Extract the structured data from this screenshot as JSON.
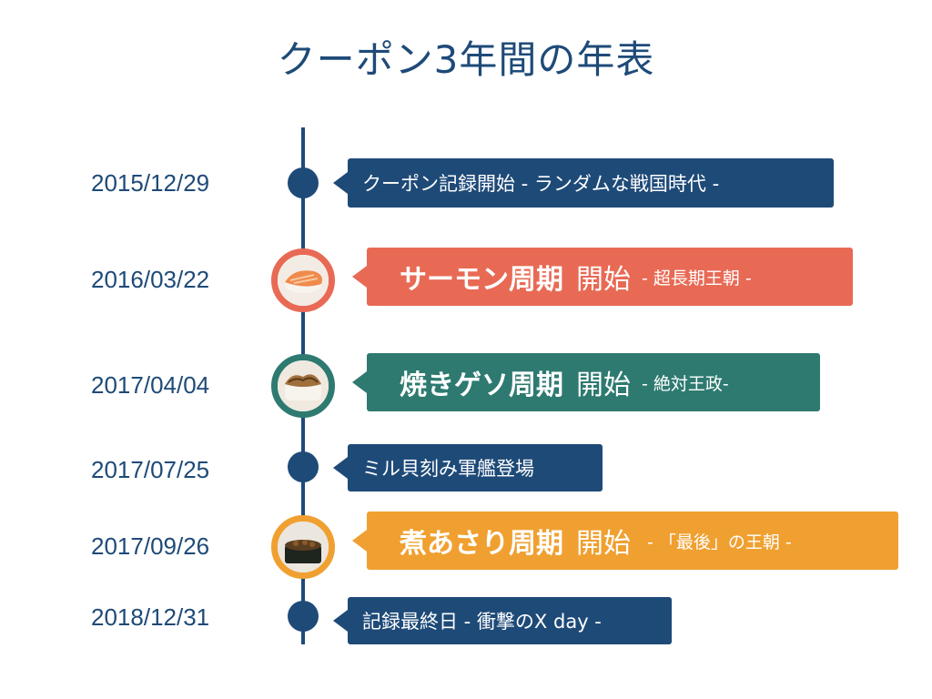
{
  "title": "クーポン3年間の年表",
  "events": [
    {
      "date": "2015/12/29",
      "label": "クーポン記録開始  - ランダムな戦国時代 -"
    },
    {
      "date": "2016/03/22",
      "main": "サーモン周期",
      "start": "開始",
      "sub": "- 超長期王朝 -",
      "image": "salmon-sushi-icon"
    },
    {
      "date": "2017/04/04",
      "main": "焼きゲソ周期",
      "start": "開始",
      "sub": "- 絶対王政-",
      "image": "grilled-geso-sushi-icon"
    },
    {
      "date": "2017/07/25",
      "label": "ミル貝刻み軍艦登場"
    },
    {
      "date": "2017/09/26",
      "main": "煮あさり周期",
      "start": "開始",
      "sub": "- 「最後」の王朝 -",
      "image": "clam-gunkan-sushi-icon"
    },
    {
      "date": "2018/12/31",
      "label": "記録最終日 - 衝撃のX day -"
    }
  ],
  "colors": {
    "navy": "#1e4a78",
    "salmon": "#e86a55",
    "teal": "#2e7a70",
    "orange": "#f0a030"
  }
}
